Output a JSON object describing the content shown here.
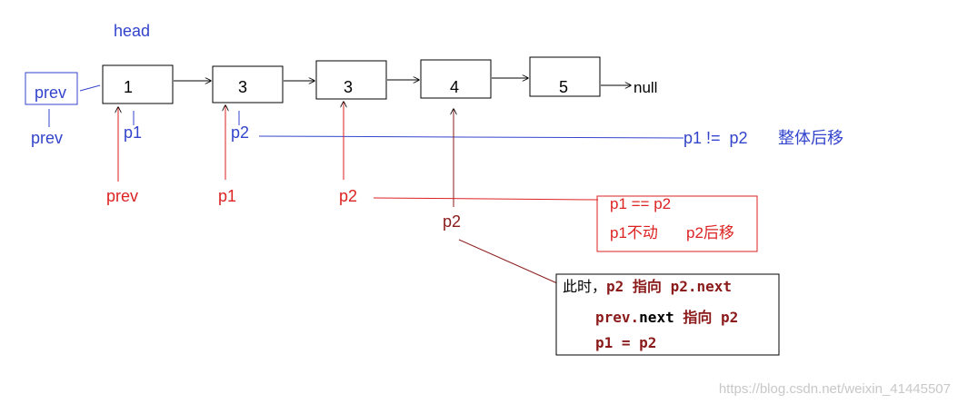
{
  "labels": {
    "head": "head",
    "prev_box": "prev",
    "prev_below": "prev",
    "prev_red": "prev",
    "p1_blue": "p1",
    "p2_blue": "p2",
    "p1_red": "p1",
    "p2_red": "p2",
    "p2_dark": "p2",
    "null": "null"
  },
  "nodes": [
    "1",
    "3",
    "3",
    "4",
    "5"
  ],
  "notes": {
    "blue_condition": "p1 !=  p2",
    "blue_action": "整体后移",
    "red_line1": "p1 == p2",
    "red_line2_a": "p1不动",
    "red_line2_b": "p2后移"
  },
  "black_note": {
    "line1_a": "此时，",
    "line1_b": "p2 指向 ",
    "line1_c": "p2.next",
    "line2_a": "prev.",
    "line2_b": "next",
    "line2_c": " 指向 p2",
    "line3": "p1 = p2"
  },
  "watermark": "https://blog.csdn.net/weixin_41445507",
  "colors": {
    "blue": "#3344cc",
    "red": "#dd2222",
    "dark_red": "#8b1a1a",
    "black": "#000000",
    "watermark": "#c8c8c8"
  }
}
